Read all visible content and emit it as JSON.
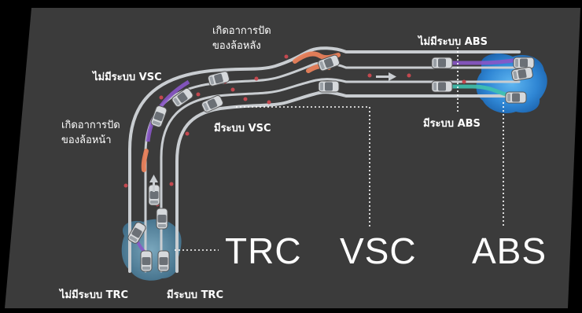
{
  "labels": {
    "rear_skid": [
      "เกิดอาการปัด",
      "ของล้อหลัง"
    ],
    "front_skid": [
      "เกิดอาการปัด",
      "ของล้อหน้า"
    ],
    "without_vsc": "ไม่มีระบบ VSC",
    "with_vsc": "มีระบบ VSC",
    "without_abs": "ไม่มีระบบ ABS",
    "with_abs": "มีระบบ ABS",
    "without_trc": "ไม่มีระบบ TRC",
    "with_trc": "มีระบบ TRC"
  },
  "systems": {
    "trc": "TRC",
    "vsc": "VSC",
    "abs": "ABS"
  },
  "colors": {
    "panel": "#3b3b3b",
    "road": "#c9cdd1",
    "skid_orange": "#e8805a",
    "purple_track": "#8a56c8",
    "teal_track": "#3fc2b0",
    "slippery_blue": "#2f8fd8",
    "trc_zone": "#5b8fae",
    "dots": "#c4484f"
  }
}
